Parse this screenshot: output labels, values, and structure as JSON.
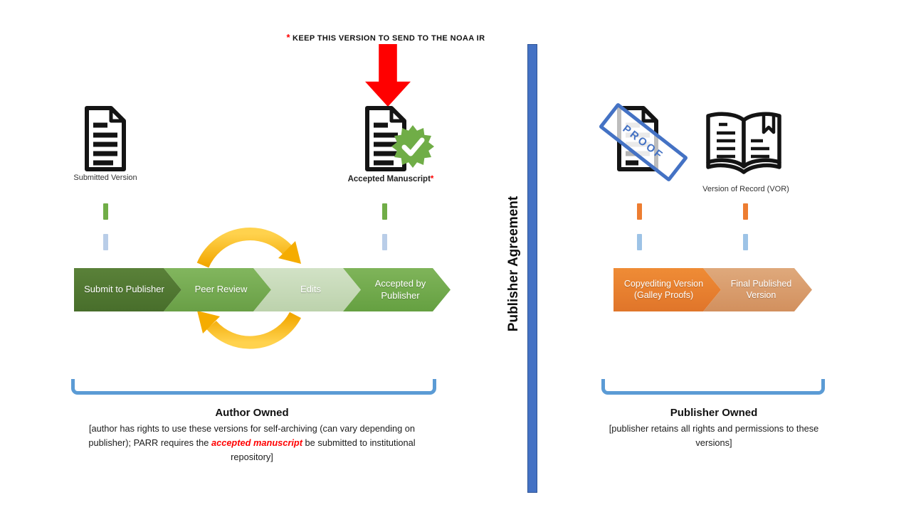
{
  "top_note": {
    "marker": "*",
    "text": "KEEP THIS VERSION TO SEND TO THE NOAA IR"
  },
  "items": {
    "submitted": {
      "label": "Submitted Version"
    },
    "accepted": {
      "label": "Accepted Manuscript",
      "marker": "*"
    },
    "proof": {
      "stamp_text": "PROOF"
    },
    "vor": {
      "label": "Version of Record (VOR)"
    }
  },
  "divider": {
    "label": "Publisher Agreement",
    "bar_color": "#4472c4"
  },
  "author_flow": {
    "steps": [
      {
        "label": "Submit to Publisher",
        "color": "#507a31"
      },
      {
        "label": "Peer Review",
        "color": "#76ad52"
      },
      {
        "label": "Edits",
        "color": "#c8dbb9"
      },
      {
        "label": "Accepted by Publisher",
        "color": "#72ac4e"
      }
    ]
  },
  "publisher_flow": {
    "steps": [
      {
        "label": "Copyediting Version (Galley Proofs)",
        "color": "#e8812e"
      },
      {
        "label": "Final Published Version",
        "color": "#d99e6d"
      }
    ]
  },
  "cycle_arrows_color": "#ffc000",
  "connector_colors": {
    "author_top": "#70ad47",
    "author_bottom": "#b9cde8",
    "publisher_top": "#ed7d31",
    "publisher_bottom": "#9dc3e6"
  },
  "sections": {
    "author": {
      "title": "Author Owned",
      "note_before": "[author has rights to use these versions for self-archiving (can vary depending on publisher); PARR requires the ",
      "note_highlight": "accepted manuscript",
      "note_after": " be submitted to institutional repository]",
      "highlight_color": "#ff0000"
    },
    "publisher": {
      "title": "Publisher Owned",
      "note": "[publisher retains all rights and permissions to these versions]"
    }
  },
  "bracket_color": "#5b9bd5",
  "red_arrow_color": "#ff0000"
}
